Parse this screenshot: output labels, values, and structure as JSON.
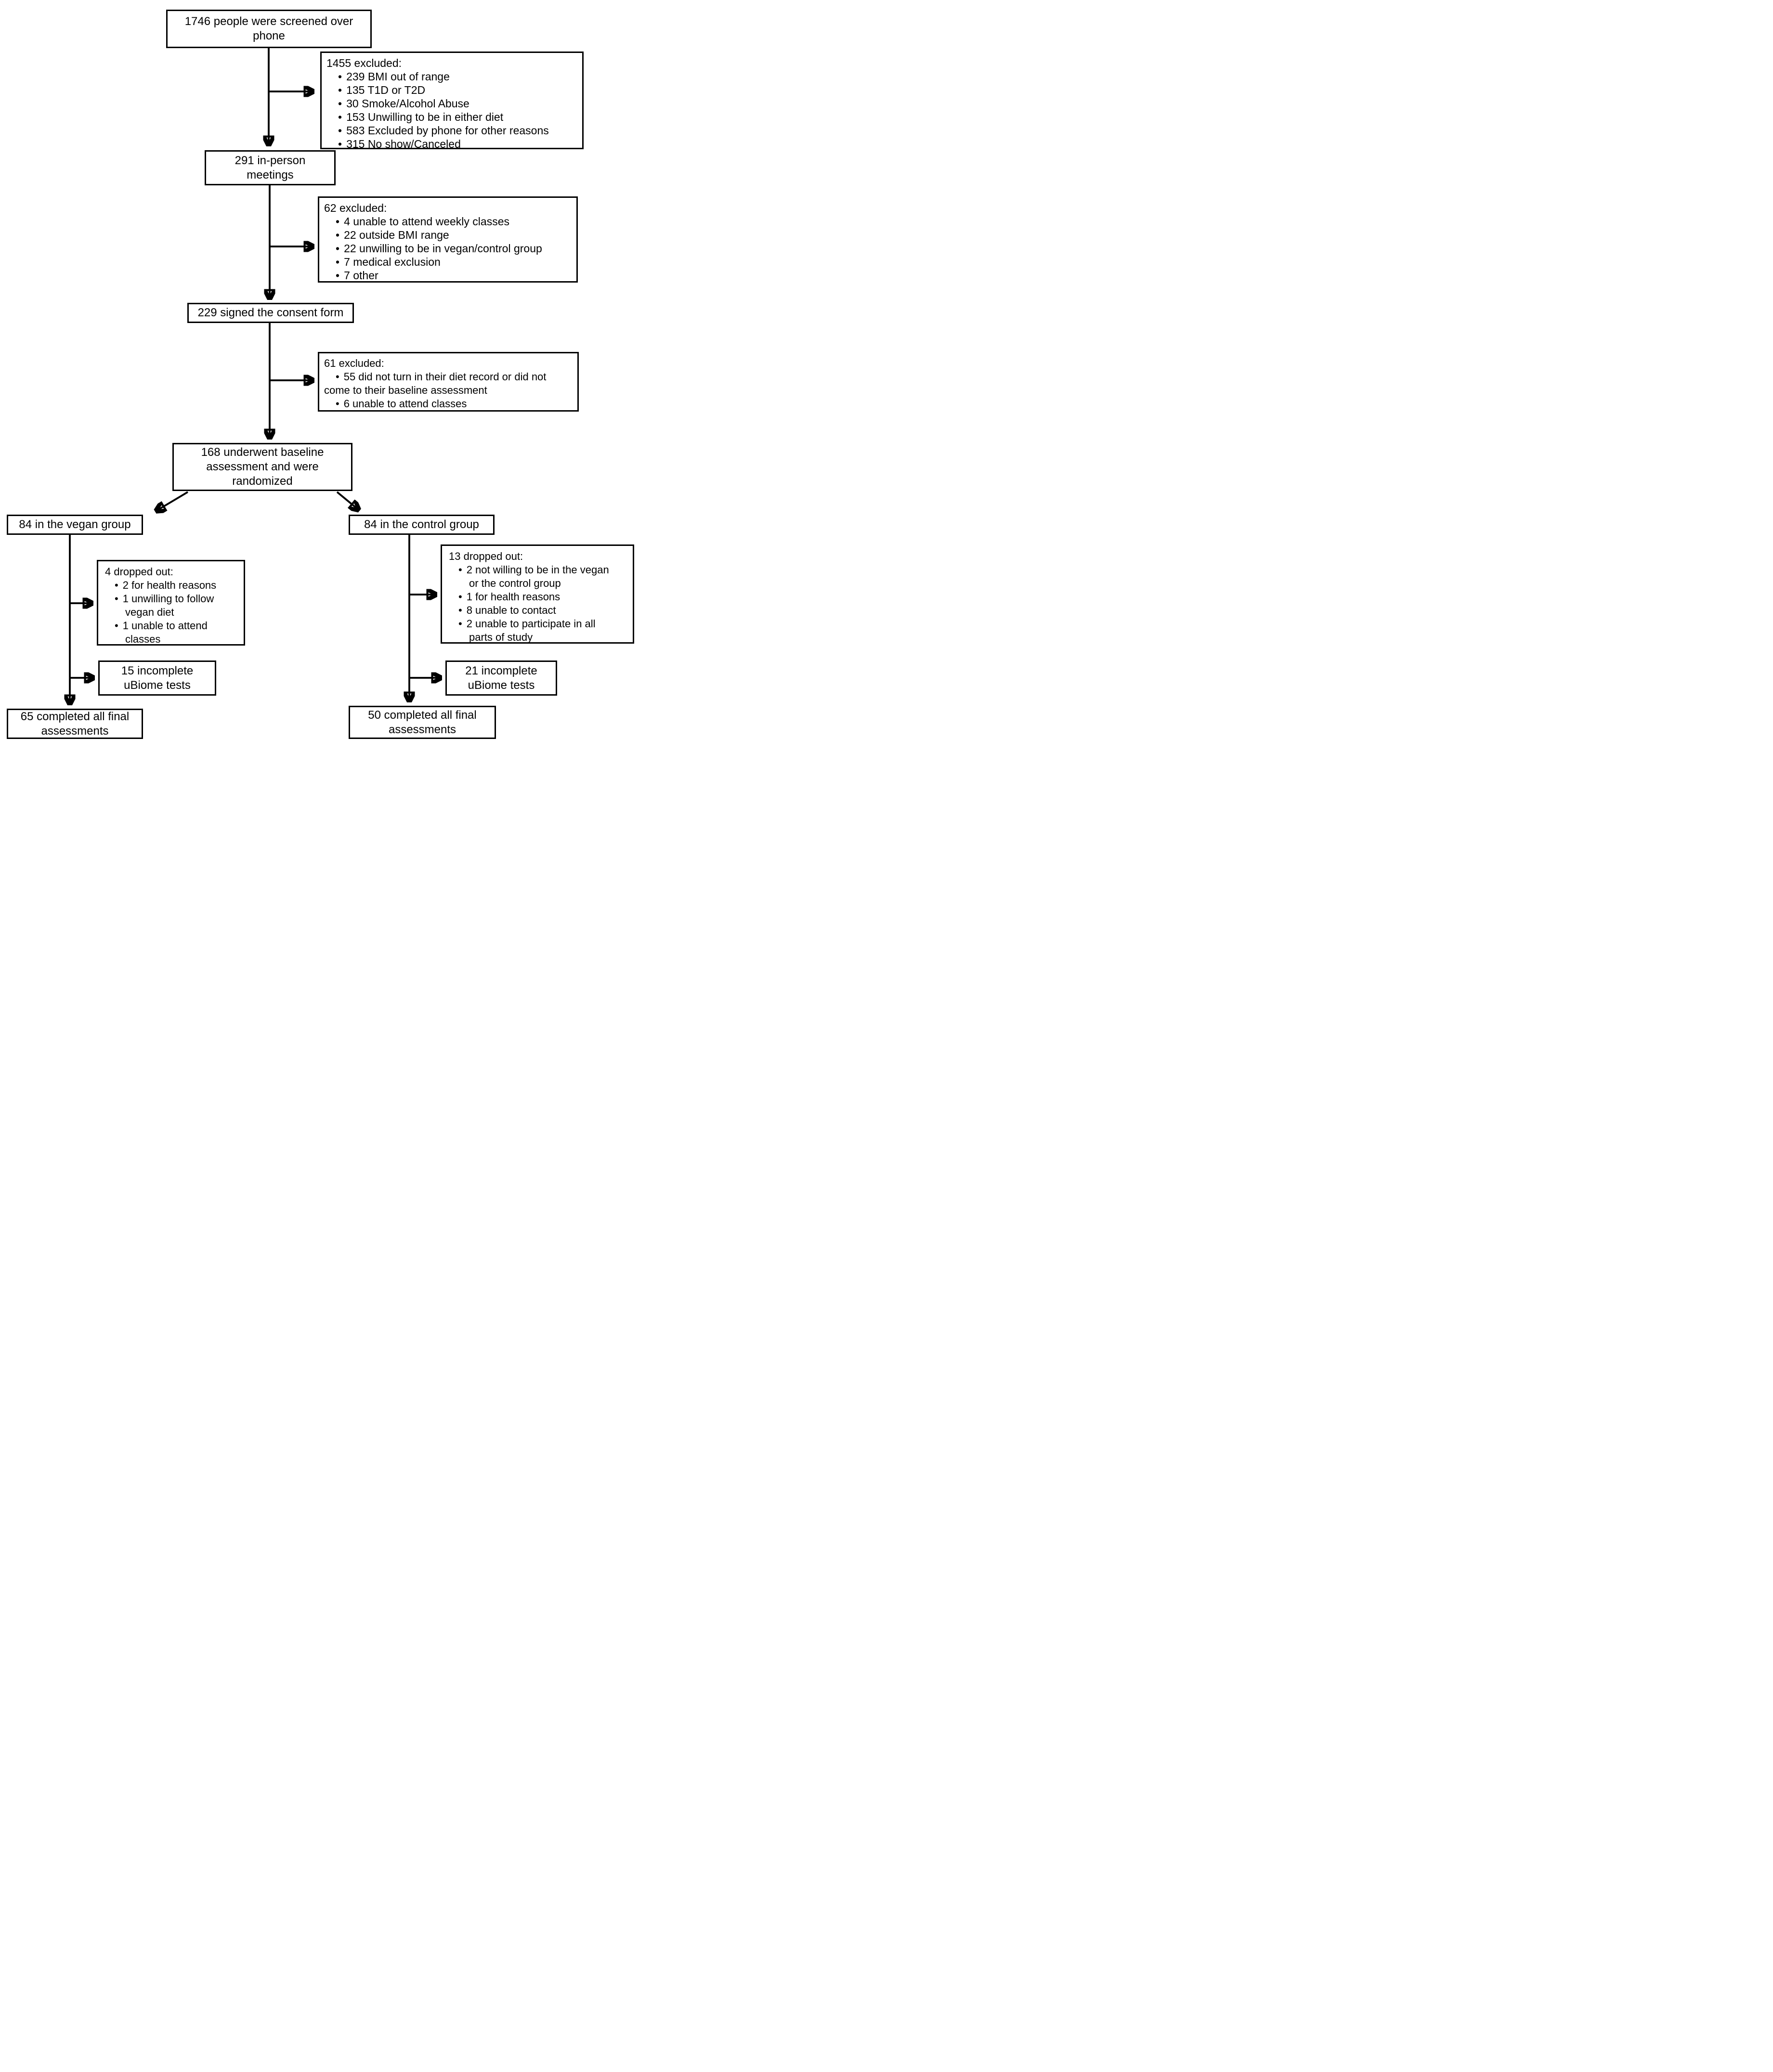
{
  "bullet": "•",
  "colors": {
    "ink": "#000000",
    "background": "#ffffff"
  },
  "flow": {
    "screened": "1746 people were screened over phone",
    "excluded_phone": {
      "header": "1455 excluded:",
      "items": [
        "239 BMI out of range",
        "135 T1D or T2D",
        "30 Smoke/Alcohol Abuse",
        "153 Unwilling to be in either diet",
        "583 Excluded by phone for other reasons",
        "315 No show/Canceled"
      ]
    },
    "meetings": "291 in-person meetings",
    "excluded_meetings": {
      "header": "62 excluded:",
      "items": [
        "4 unable to attend weekly classes",
        "22 outside BMI range",
        "22 unwilling to be in vegan/control group",
        "7 medical exclusion",
        "7 other"
      ]
    },
    "consent": "229 signed the consent form",
    "excluded_consent": {
      "header": "61 excluded:",
      "lines": [
        "55 did not turn in their diet record or did not",
        "come to their baseline assessment",
        "6 unable to attend classes"
      ]
    },
    "randomized": "168 underwent baseline assessment and were randomized",
    "vegan": {
      "group": "84 in the vegan group",
      "dropped": {
        "header": "4 dropped out:",
        "lines": [
          "2 for health reasons",
          "1 unwilling to follow",
          "vegan diet",
          "1 unable to attend",
          "classes"
        ]
      },
      "incomplete": "15 incomplete uBiome tests",
      "completed": "65 completed all final assessments"
    },
    "control": {
      "group": "84 in the control group",
      "dropped": {
        "header": "13 dropped out:",
        "lines": [
          "2 not willing to be in the vegan",
          "or the control group",
          "1 for health reasons",
          "8 unable to contact",
          "2 unable to participate in all",
          "parts of study"
        ]
      },
      "incomplete": "21 incomplete uBiome tests",
      "completed": "50 completed all final assessments"
    }
  }
}
